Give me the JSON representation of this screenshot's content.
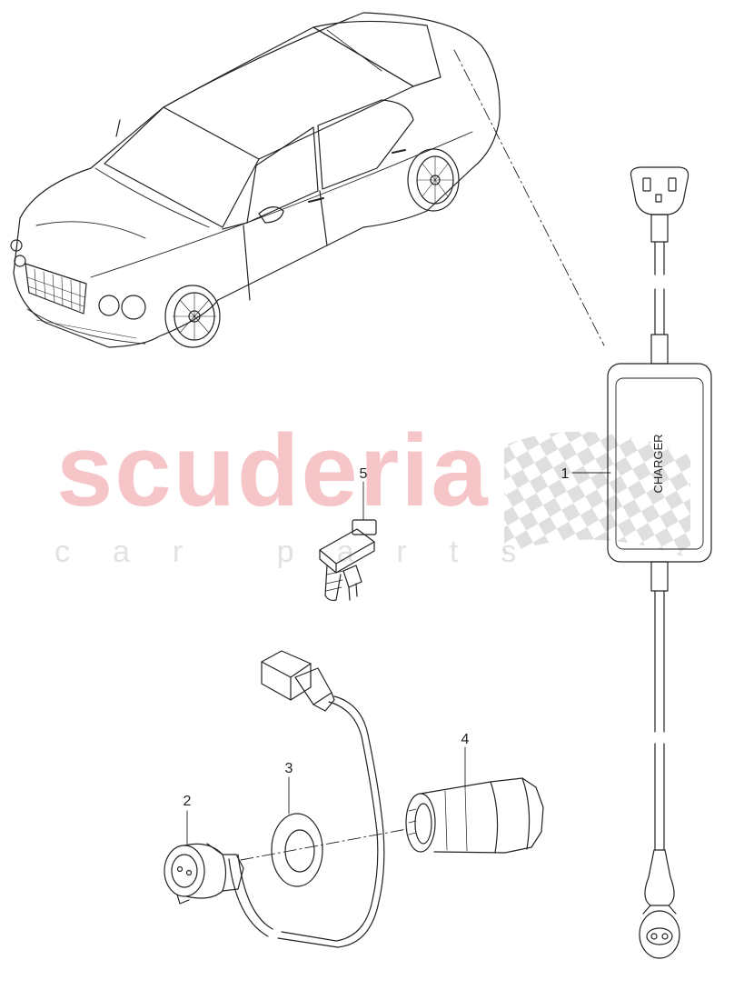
{
  "watermark": {
    "brand": "scuderia",
    "tagline": "car parts"
  },
  "charger_label": "CHARGER",
  "callouts": [
    "1",
    "2",
    "3",
    "4",
    "5"
  ],
  "colors": {
    "line": "#222222",
    "watermark_red": "#f5c5c8",
    "watermark_grey": "#e2e2e2"
  }
}
